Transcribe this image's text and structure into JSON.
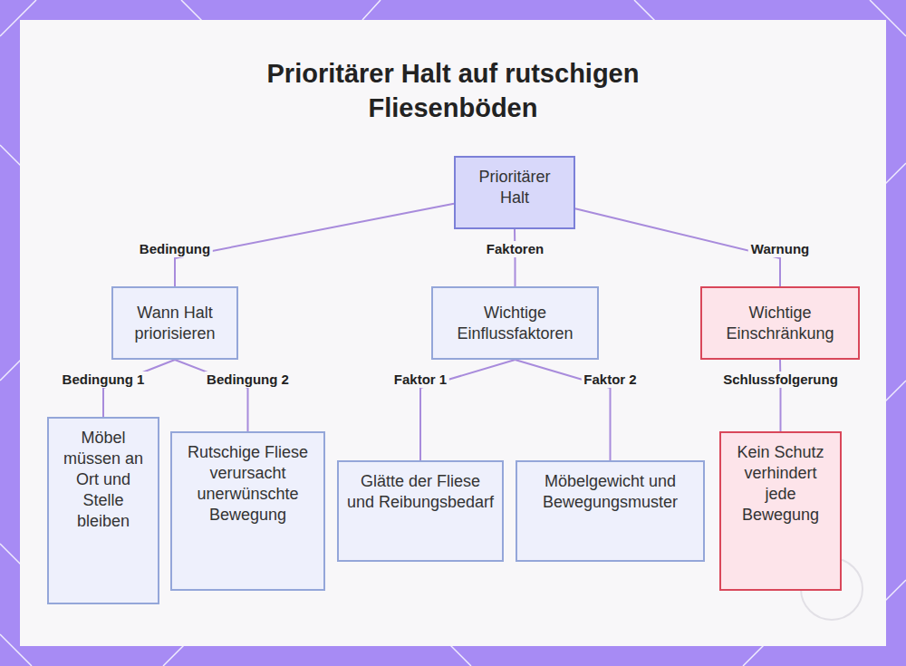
{
  "diagram": {
    "title": "Prioritärer Halt auf rutschigen Fliesenböden",
    "nodes": [
      {
        "text": [
          "Prioritärer Halt"
        ]
      },
      {
        "text": [
          "Wann Halt priorisieren"
        ]
      },
      {
        "text": [
          "Wichtige Einflussfaktoren"
        ]
      },
      {
        "text": [
          "Wichtige Einschränkung"
        ]
      },
      {
        "text": [
          "Möbel müssen an Ort und Stelle bleiben"
        ]
      },
      {
        "text": [
          "Rutschige Fliese verursacht unerwünschte Bewegung"
        ]
      },
      {
        "text": [
          "Glätte der Fliese und Reibungsbedarf"
        ]
      },
      {
        "text": [
          "Möbelgewicht und Bewegungsmuster"
        ]
      },
      {
        "text": [
          "Kein Schutz verhindert jede Bewegung"
        ]
      }
    ],
    "edges": [
      {
        "from": 0,
        "to": 1,
        "arrow": "none",
        "label": "Bedingung"
      },
      {
        "from": 0,
        "to": 2,
        "arrow": "none",
        "label": "Faktoren"
      },
      {
        "from": 0,
        "to": 3,
        "arrow": "none",
        "label": "Warnung"
      },
      {
        "from": 1,
        "to": 4,
        "arrow": "none",
        "label": "Bedingung 1"
      },
      {
        "from": 1,
        "to": 5,
        "arrow": "none",
        "label": "Bedingung 2"
      },
      {
        "from": 2,
        "to": 6,
        "arrow": "none",
        "label": "Faktor 1"
      },
      {
        "from": 2,
        "to": 7,
        "arrow": "none",
        "label": "Faktor 2"
      },
      {
        "from": 3,
        "to": 8,
        "arrow": "none",
        "label": "Schlussfolgerung"
      }
    ]
  }
}
